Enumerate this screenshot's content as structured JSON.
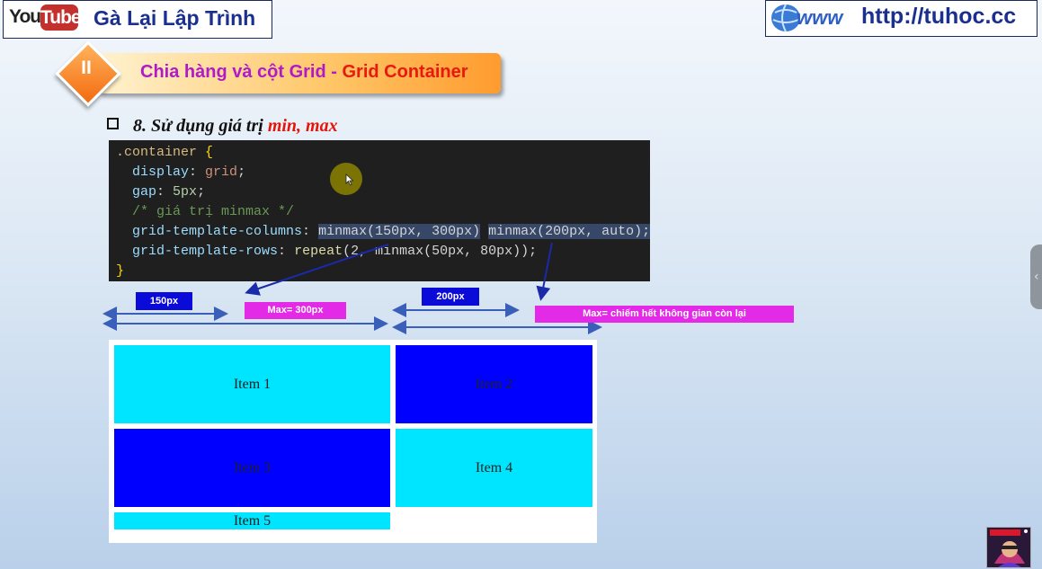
{
  "header": {
    "logo_you": "You",
    "logo_tube": "Tube",
    "channel_name": "Gà Lại Lập Trình",
    "url": "http://tuhoc.cc"
  },
  "section": {
    "number": "II",
    "title_main": "Chia hàng và cột Grid - ",
    "title_accent": "Grid Container"
  },
  "subtitle": {
    "prefix": "8. Sử dụng giá trị ",
    "highlight": "min, max"
  },
  "code": {
    "line1_selector": ".container",
    "line1_brace": " {",
    "line2_prop": "display",
    "line2_value": "grid",
    "line3_prop": "gap",
    "line3_value": "5px",
    "line4_comment": "/* giá trị minmax */",
    "line5_prop": "grid-template-columns",
    "line5_value1": "minmax(150px, 300px)",
    "line5_value2": "minmax(200px, auto);",
    "line6_prop": "grid-template-rows",
    "line6_fn": "repeat",
    "line6_args": "(2, minmax(50px, 80px));",
    "line7_brace": "}"
  },
  "annotations": {
    "label_150": "150px",
    "label_max300": "Max= 300px",
    "label_200": "200px",
    "label_maxauto": "Max=  chiếm hết không gian còn lại"
  },
  "grid_items": [
    "Item 1",
    "Item 2",
    "Item 3",
    "Item 4",
    "Item 5"
  ],
  "colors": {
    "cyan_item": "#00e5ff",
    "blue_item": "#0000ff",
    "channel_blue": "#1a2f8f",
    "title_purple": "#b01ac9",
    "title_red": "#e8180c",
    "annotation_blue": "#0a0ad9",
    "annotation_pink": "#e32ae6"
  }
}
